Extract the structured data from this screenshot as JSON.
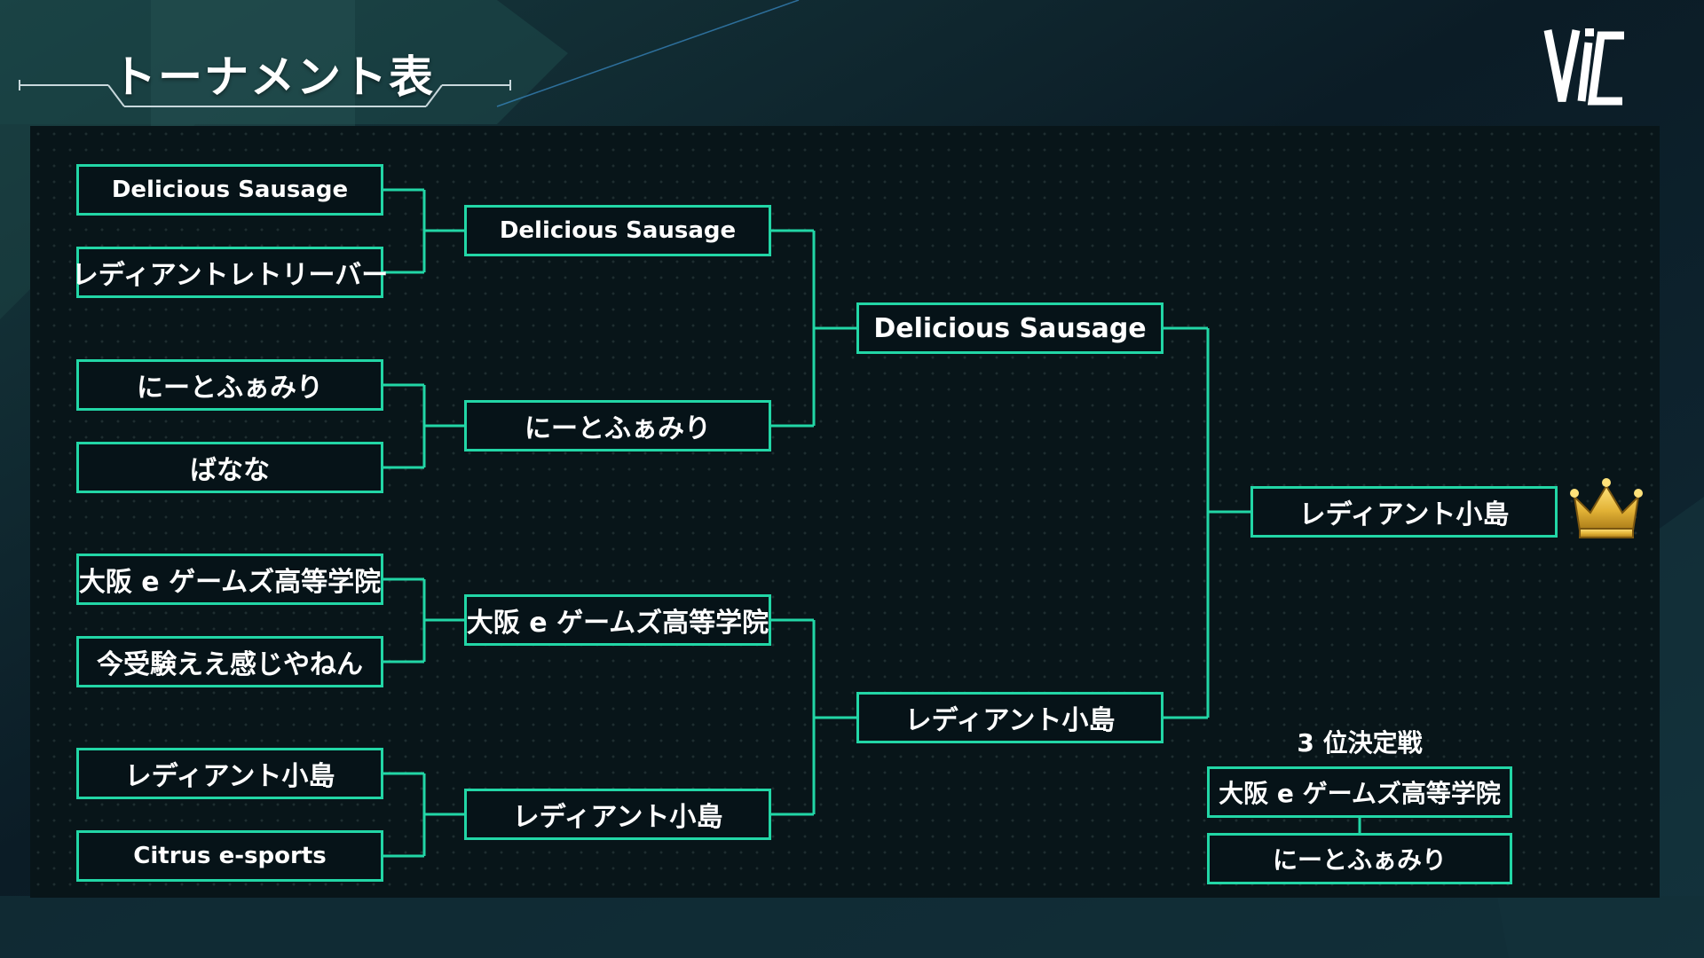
{
  "header": {
    "title": "トーナメント表",
    "logo_text": "ViC",
    "accent_color": "#22d6a6"
  },
  "bracket": {
    "round1": [
      "Delicious Sausage",
      "レディアントレトリーバー",
      "にーとふぁみり",
      "ばなな",
      "大阪 e ゲームズ高等学院",
      "今受験ええ感じやねん",
      "レディアント小島",
      "Citrus e-sports"
    ],
    "round2": [
      "Delicious Sausage",
      "にーとふぁみり",
      "大阪 e ゲームズ高等学院",
      "レディアント小島"
    ],
    "semifinal": [
      "Delicious Sausage",
      "レディアント小島"
    ],
    "champion": "レディアント小島",
    "champion_icon": "crown-icon"
  },
  "third_place": {
    "title": "3 位決定戦",
    "teams": [
      "大阪 e ゲームズ高等学院",
      "にーとふぁみり"
    ]
  }
}
